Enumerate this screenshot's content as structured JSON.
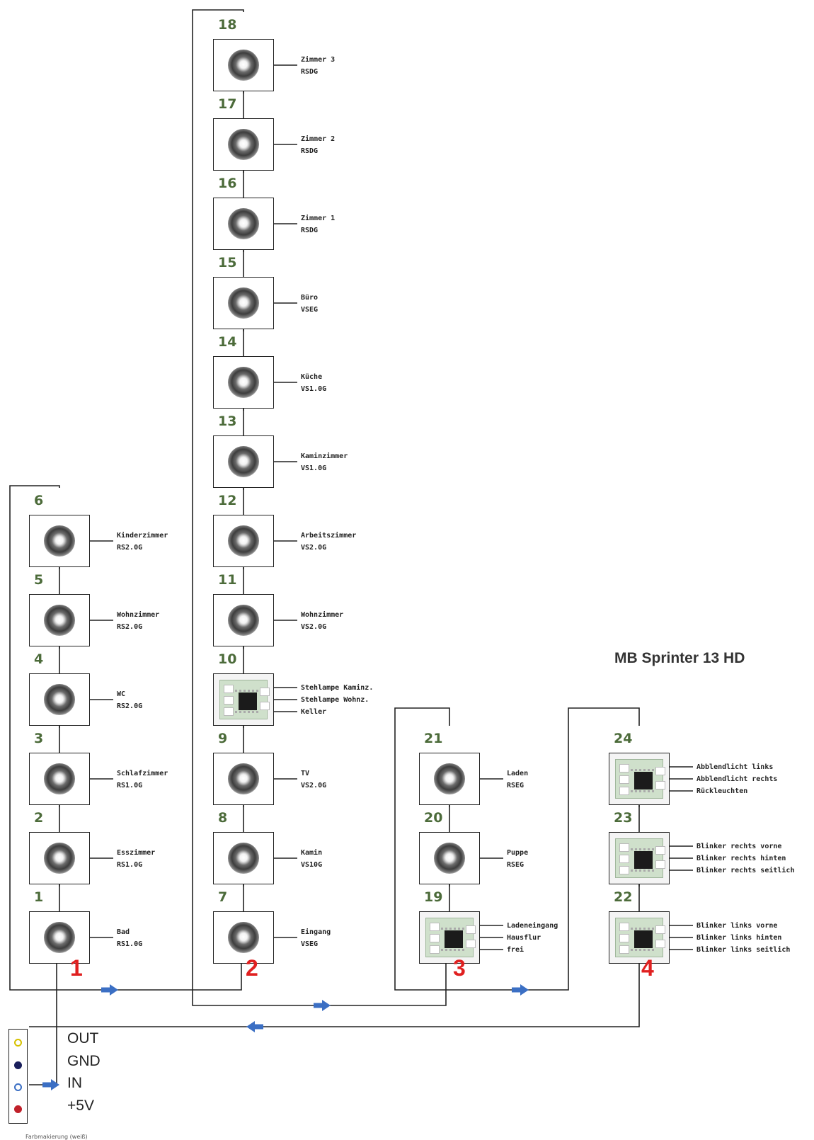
{
  "title": "MB Sprinter 13 HD",
  "colors": {
    "wire": "#222222",
    "arrow": "#3b6fc4",
    "number": "#4c6b3a",
    "group": "#e02020"
  },
  "groups": [
    "1",
    "2",
    "3",
    "4"
  ],
  "modules": [
    {
      "id": "1",
      "type": "led",
      "lines": [
        "Bad",
        "RS1.0G"
      ]
    },
    {
      "id": "2",
      "type": "led",
      "lines": [
        "Esszimmer",
        "RS1.0G"
      ]
    },
    {
      "id": "3",
      "type": "led",
      "lines": [
        "Schlafzimmer",
        "RS1.0G"
      ]
    },
    {
      "id": "4",
      "type": "led",
      "lines": [
        "WC",
        "RS2.0G"
      ]
    },
    {
      "id": "5",
      "type": "led",
      "lines": [
        "Wohnzimmer",
        "RS2.0G"
      ]
    },
    {
      "id": "6",
      "type": "led",
      "lines": [
        "Kinderzimmer",
        "RS2.0G"
      ]
    },
    {
      "id": "7",
      "type": "led",
      "lines": [
        "Eingang",
        "VSEG"
      ]
    },
    {
      "id": "8",
      "type": "led",
      "lines": [
        "Kamin",
        "VS10G"
      ]
    },
    {
      "id": "9",
      "type": "led",
      "lines": [
        "TV",
        "VS2.0G"
      ]
    },
    {
      "id": "10",
      "type": "board",
      "lines": [
        "Stehlampe Kaminz.",
        "Stehlampe Wohnz.",
        "Keller"
      ]
    },
    {
      "id": "11",
      "type": "led",
      "lines": [
        "Wohnzimmer",
        "VS2.0G"
      ]
    },
    {
      "id": "12",
      "type": "led",
      "lines": [
        "Arbeitszimmer",
        "VS2.0G"
      ]
    },
    {
      "id": "13",
      "type": "led",
      "lines": [
        "Kaminzimmer",
        "VS1.0G"
      ]
    },
    {
      "id": "14",
      "type": "led",
      "lines": [
        "Küche",
        "VS1.0G"
      ]
    },
    {
      "id": "15",
      "type": "led",
      "lines": [
        "Büro",
        "VSEG"
      ]
    },
    {
      "id": "16",
      "type": "led",
      "lines": [
        "Zimmer 1",
        "RSDG"
      ]
    },
    {
      "id": "17",
      "type": "led",
      "lines": [
        "Zimmer 2",
        "RSDG"
      ]
    },
    {
      "id": "18",
      "type": "led",
      "lines": [
        "Zimmer 3",
        "RSDG"
      ]
    },
    {
      "id": "19",
      "type": "board",
      "lines": [
        "Ladeneingang",
        "Hausflur",
        "frei"
      ]
    },
    {
      "id": "20",
      "type": "led",
      "lines": [
        "Puppe",
        "RSEG"
      ]
    },
    {
      "id": "21",
      "type": "led",
      "lines": [
        "Laden",
        "RSEG"
      ]
    },
    {
      "id": "22",
      "type": "board",
      "lines": [
        "Blinker links vorne",
        "Blinker links hinten",
        "Blinker links seitlich"
      ]
    },
    {
      "id": "23",
      "type": "board",
      "lines": [
        "Blinker rechts vorne",
        "Blinker rechts hinten",
        "Blinker rechts seitlich"
      ]
    },
    {
      "id": "24",
      "type": "board",
      "lines": [
        "Abblendlicht links",
        "Abblendlicht rechts",
        "Rückleuchten"
      ]
    }
  ],
  "connector": {
    "pins": [
      {
        "label": "OUT",
        "color": "#d6c100"
      },
      {
        "label": "GND",
        "color": "#1a1f5c"
      },
      {
        "label": "IN",
        "color": "#3b6fc4"
      },
      {
        "label": "+5V",
        "color": "#c0202a"
      }
    ],
    "note": "Farbmakierung (weiß)"
  }
}
